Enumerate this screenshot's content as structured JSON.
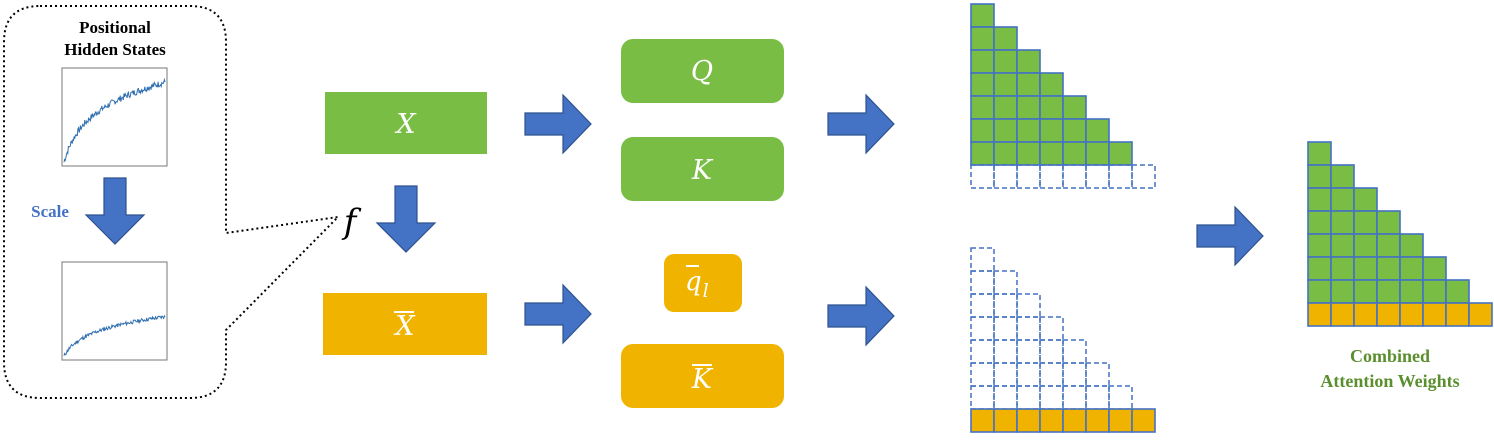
{
  "inset": {
    "title_line1": "Positional",
    "title_line2": "Hidden States",
    "scale_label": "Scale"
  },
  "function_label": "f",
  "blocks": {
    "x": "X",
    "x_bar": "X",
    "q": "Q",
    "k": "K",
    "q_bar": "q",
    "q_bar_subscript": "l",
    "k_bar": "K"
  },
  "result": {
    "line1": "Combined",
    "line2": "Attention Weights"
  },
  "colors": {
    "green": "#7abd45",
    "gold": "#f0b400",
    "arrow": "#4472c4",
    "grid_stroke": "#4472c4",
    "result_text": "#5b8f2e",
    "scale_text": "#4472c4"
  }
}
